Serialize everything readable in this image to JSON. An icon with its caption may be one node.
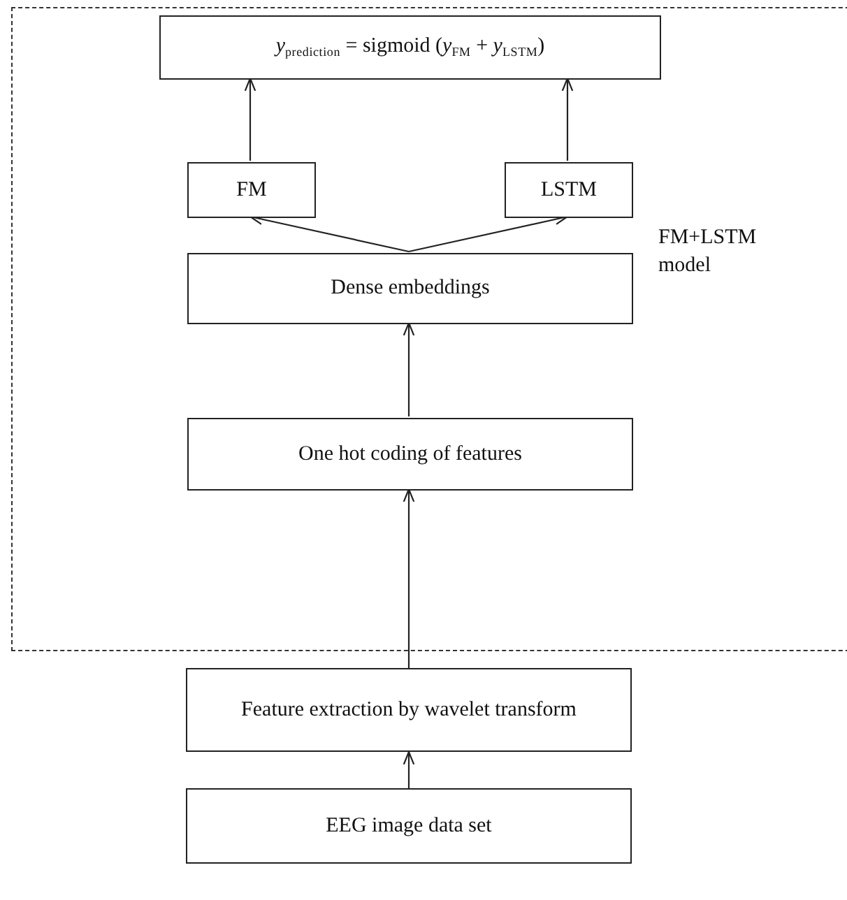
{
  "diagram": {
    "nodes": [
      {
        "text": [
          "FM+LSTM model"
        ]
      },
      {
        "text": [
          "*y*$_{prediction}$ = sigmoid (*y*$_{FM}$ + *y*$_{LSTM}$)"
        ],
        "in": 0
      },
      {
        "text": [
          "FM"
        ],
        "in": 0
      },
      {
        "text": [
          "LSTM"
        ],
        "in": 0
      },
      {
        "text": [
          "Dense embeddings"
        ],
        "in": 0
      },
      {
        "text": [
          "One hot coding of features"
        ],
        "in": 0
      },
      {
        "text": [
          "Feature extraction by wavelet transform"
        ]
      },
      {
        "text": [
          "EEG image data set"
        ]
      }
    ],
    "edges": [
      {
        "from": 2,
        "to": 1,
        "arrow": "to"
      },
      {
        "from": 3,
        "to": 1,
        "arrow": "to"
      },
      {
        "from": 4,
        "to": 2,
        "arrow": "to"
      },
      {
        "from": 4,
        "to": 3,
        "arrow": "to"
      },
      {
        "from": 5,
        "to": 4,
        "arrow": "to"
      },
      {
        "from": 6,
        "to": 5,
        "arrow": "to"
      },
      {
        "from": 7,
        "to": 6,
        "arrow": "to"
      }
    ]
  }
}
